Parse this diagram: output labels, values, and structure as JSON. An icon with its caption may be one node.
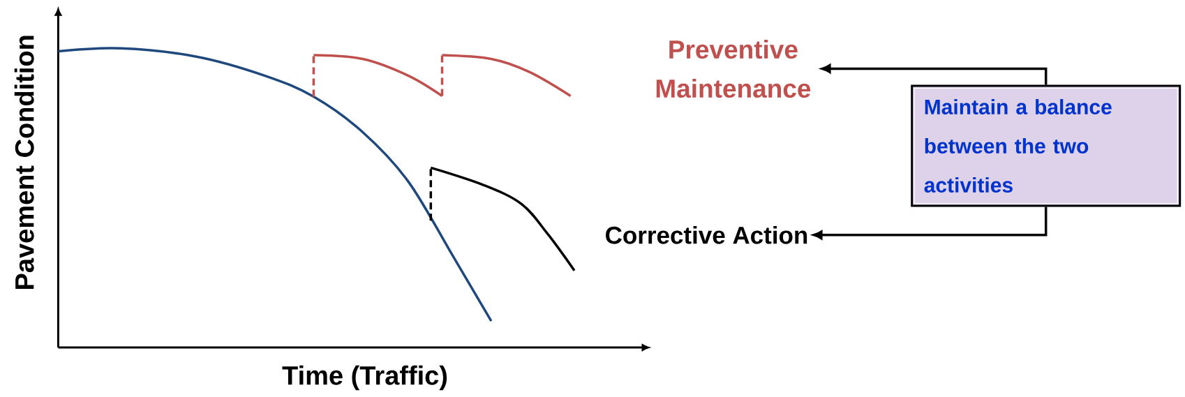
{
  "diagram": {
    "nodes": [
      {
        "text": [
          "Preventive Maintenance"
        ]
      },
      {
        "text": [
          "Corrective Action"
        ]
      },
      {
        "text": [
          "Maintain a balance between the two activities"
        ]
      }
    ],
    "edges": [
      {
        "from": 2,
        "to": 0,
        "arrow": "to"
      },
      {
        "from": 2,
        "to": 1,
        "arrow": "to"
      }
    ],
    "labels": [
      "Pavement Condition",
      "Time (Traffic)"
    ]
  }
}
